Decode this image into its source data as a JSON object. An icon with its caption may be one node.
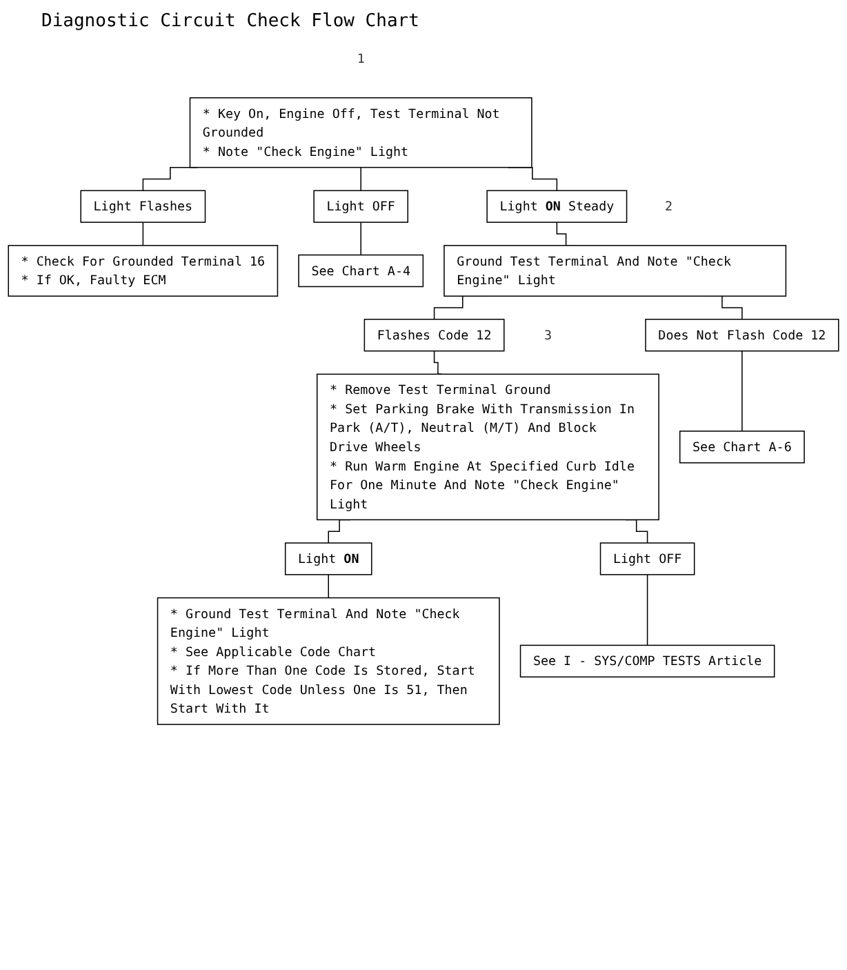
{
  "diagram": {
    "title": "Diagnostic Circuit Check Flow Chart",
    "nodes": [
      {
        "text": [
          "* Key On, Engine Off, Test Terminal Not Grounded",
          "* Note \"Check Engine\" Light"
        ],
        "beside": [
          "1"
        ]
      },
      {
        "text": [
          "Light Flashes"
        ]
      },
      {
        "text": [
          "Light OFF"
        ]
      },
      {
        "text": [
          "* Check For Grounded Terminal 16",
          "* If OK, Faulty ECM"
        ]
      },
      {
        "text": [
          "See Chart A-4"
        ]
      },
      {
        "text": [
          "Light **ON** Steady"
        ]
      },
      {
        "text": [
          "Ground Test Terminal And Note \"Check Engine\" Light"
        ],
        "beside": [
          "2"
        ]
      },
      {
        "text": [
          "Flashes Code 12"
        ]
      },
      {
        "text": [
          "Does Not Flash Code 12"
        ]
      },
      {
        "text": [
          "* Remove Test Terminal Ground",
          "* Set Parking Brake With Transmission In Park (A/T), Neutral (M/T) And Block Drive Wheels",
          "* Run Warm Engine At Specified Curb Idle For One Minute And Note \"Check Engine\" Light"
        ],
        "beside": [
          "3"
        ]
      },
      {
        "text": [
          "See Chart A-6"
        ]
      },
      {
        "text": [
          "Light **ON**"
        ]
      },
      {
        "text": [
          "Light OFF"
        ]
      },
      {
        "text": [
          "* Ground Test Terminal And Note \"Check Engine\" Light",
          "* See Applicable Code Chart",
          "* If More Than One Code Is Stored, Start With Lowest Code Unless One Is 51, Then Start With It"
        ]
      },
      {
        "text": [
          "See I - SYS/COMP TESTS Article"
        ]
      }
    ],
    "edges": [
      {
        "from": 0,
        "to": 1,
        "arrow": "none"
      },
      {
        "from": 0,
        "to": 2,
        "arrow": "none"
      },
      {
        "from": 0,
        "to": 5,
        "arrow": "none"
      },
      {
        "from": 1,
        "to": 3,
        "arrow": "none"
      },
      {
        "from": 2,
        "to": 4,
        "arrow": "none"
      },
      {
        "from": 5,
        "to": 6,
        "arrow": "none"
      },
      {
        "from": 6,
        "to": 7,
        "arrow": "none"
      },
      {
        "from": 6,
        "to": 8,
        "arrow": "none"
      },
      {
        "from": 7,
        "to": 9,
        "arrow": "none"
      },
      {
        "from": 8,
        "to": 10,
        "arrow": "none"
      },
      {
        "from": 9,
        "to": 11,
        "arrow": "none"
      },
      {
        "from": 9,
        "to": 12,
        "arrow": "none"
      },
      {
        "from": 11,
        "to": 13,
        "arrow": "none"
      },
      {
        "from": 12,
        "to": 14,
        "arrow": "none"
      }
    ]
  }
}
